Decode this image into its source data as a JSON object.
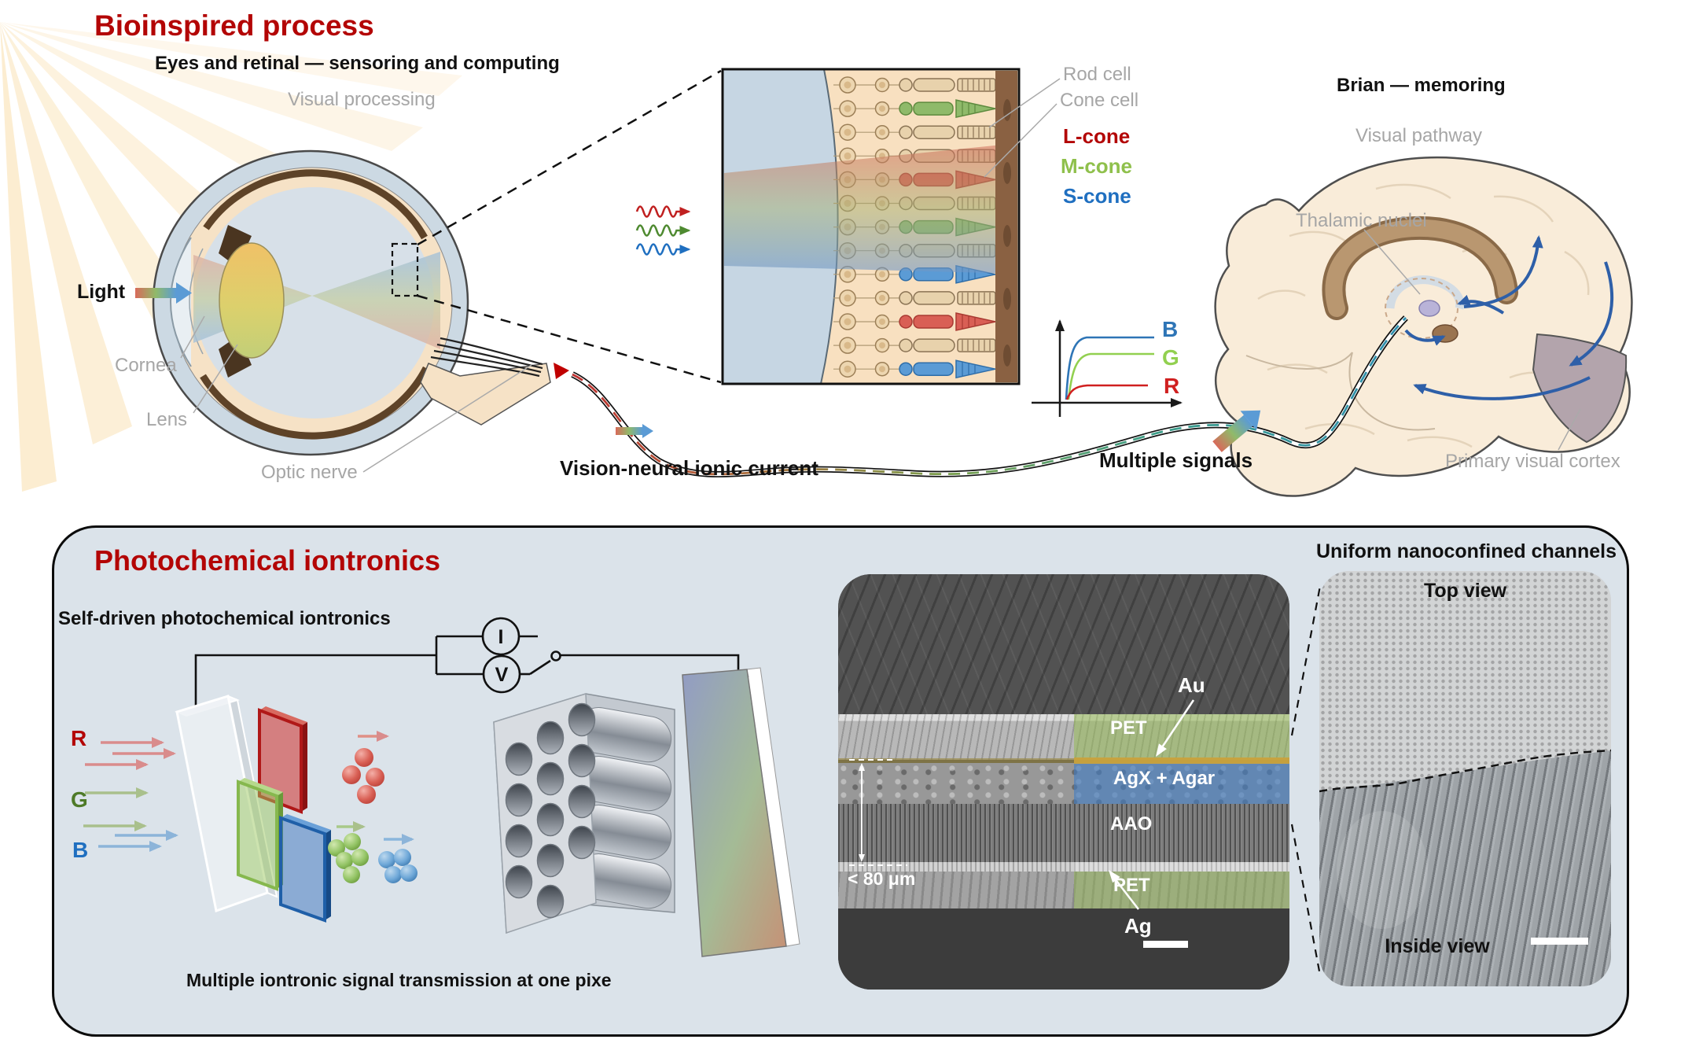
{
  "top": {
    "title": "Bioinspired process",
    "eye": {
      "heading": "Eyes and  retinal — sensoring and computing",
      "visual_processing": "Visual processing",
      "light": "Light",
      "cornea": "Cornea",
      "lens": "Lens",
      "optic_nerve": "Optic nerve"
    },
    "retina": {
      "rod_cell": "Rod cell",
      "cone_cell": "Cone cell",
      "l_cone": "L-cone",
      "m_cone": "M-cone",
      "s_cone": "S-cone",
      "rows": [
        "rod",
        "cone-green",
        "rod",
        "rod",
        "cone-red",
        "rod",
        "cone-green",
        "rod",
        "cone-blue",
        "rod",
        "cone-red",
        "rod",
        "cone-blue"
      ]
    },
    "response_chart": {
      "type": "line",
      "series": [
        {
          "name": "B",
          "color": "#2e75b6",
          "plateau": 1.0
        },
        {
          "name": "G",
          "color": "#92d050",
          "plateau": 0.75
        },
        {
          "name": "R",
          "color": "#d02020",
          "plateau": 0.27
        }
      ],
      "note": "saturating photoresponse curves for blue, green and red channels"
    },
    "brain": {
      "heading": "Brian — memoring",
      "visual_pathway": "Visual pathway",
      "thalamic_nuclei": "Thalamic nuclei",
      "primary_visual_cortex": "Primary visual cortex"
    },
    "flow": {
      "ionic_current": "Vision-neural ionic current",
      "multiple_signals": "Multiple signals"
    }
  },
  "bottom": {
    "title": "Photochemical iontronics",
    "device": {
      "heading": "Self-driven photochemical iontronics",
      "r": "R",
      "g": "G",
      "b": "B",
      "meter_i": "I",
      "meter_v": "V",
      "caption": "Multiple iontronic signal transmission at one pixe"
    },
    "sem": {
      "au": "Au",
      "pet_top": "PET",
      "agx_agar": "AgX + Agar",
      "aao": "AAO",
      "pet_bottom": "PET",
      "ag": "Ag",
      "thickness": "< 80 μm"
    },
    "channels": {
      "heading": "Uniform nanoconfined channels",
      "top_view": "Top view",
      "inside_view": "Inside view"
    }
  },
  "colors": {
    "accent_red": "#b30505",
    "l_cone": "#c00000",
    "m_cone": "#8fc04c",
    "s_cone": "#1f6fc0",
    "panel_bg": "#dbe3ea",
    "cone_red": "#d95f55",
    "cone_green": "#8fba6a",
    "cone_blue": "#5b9bd5"
  }
}
